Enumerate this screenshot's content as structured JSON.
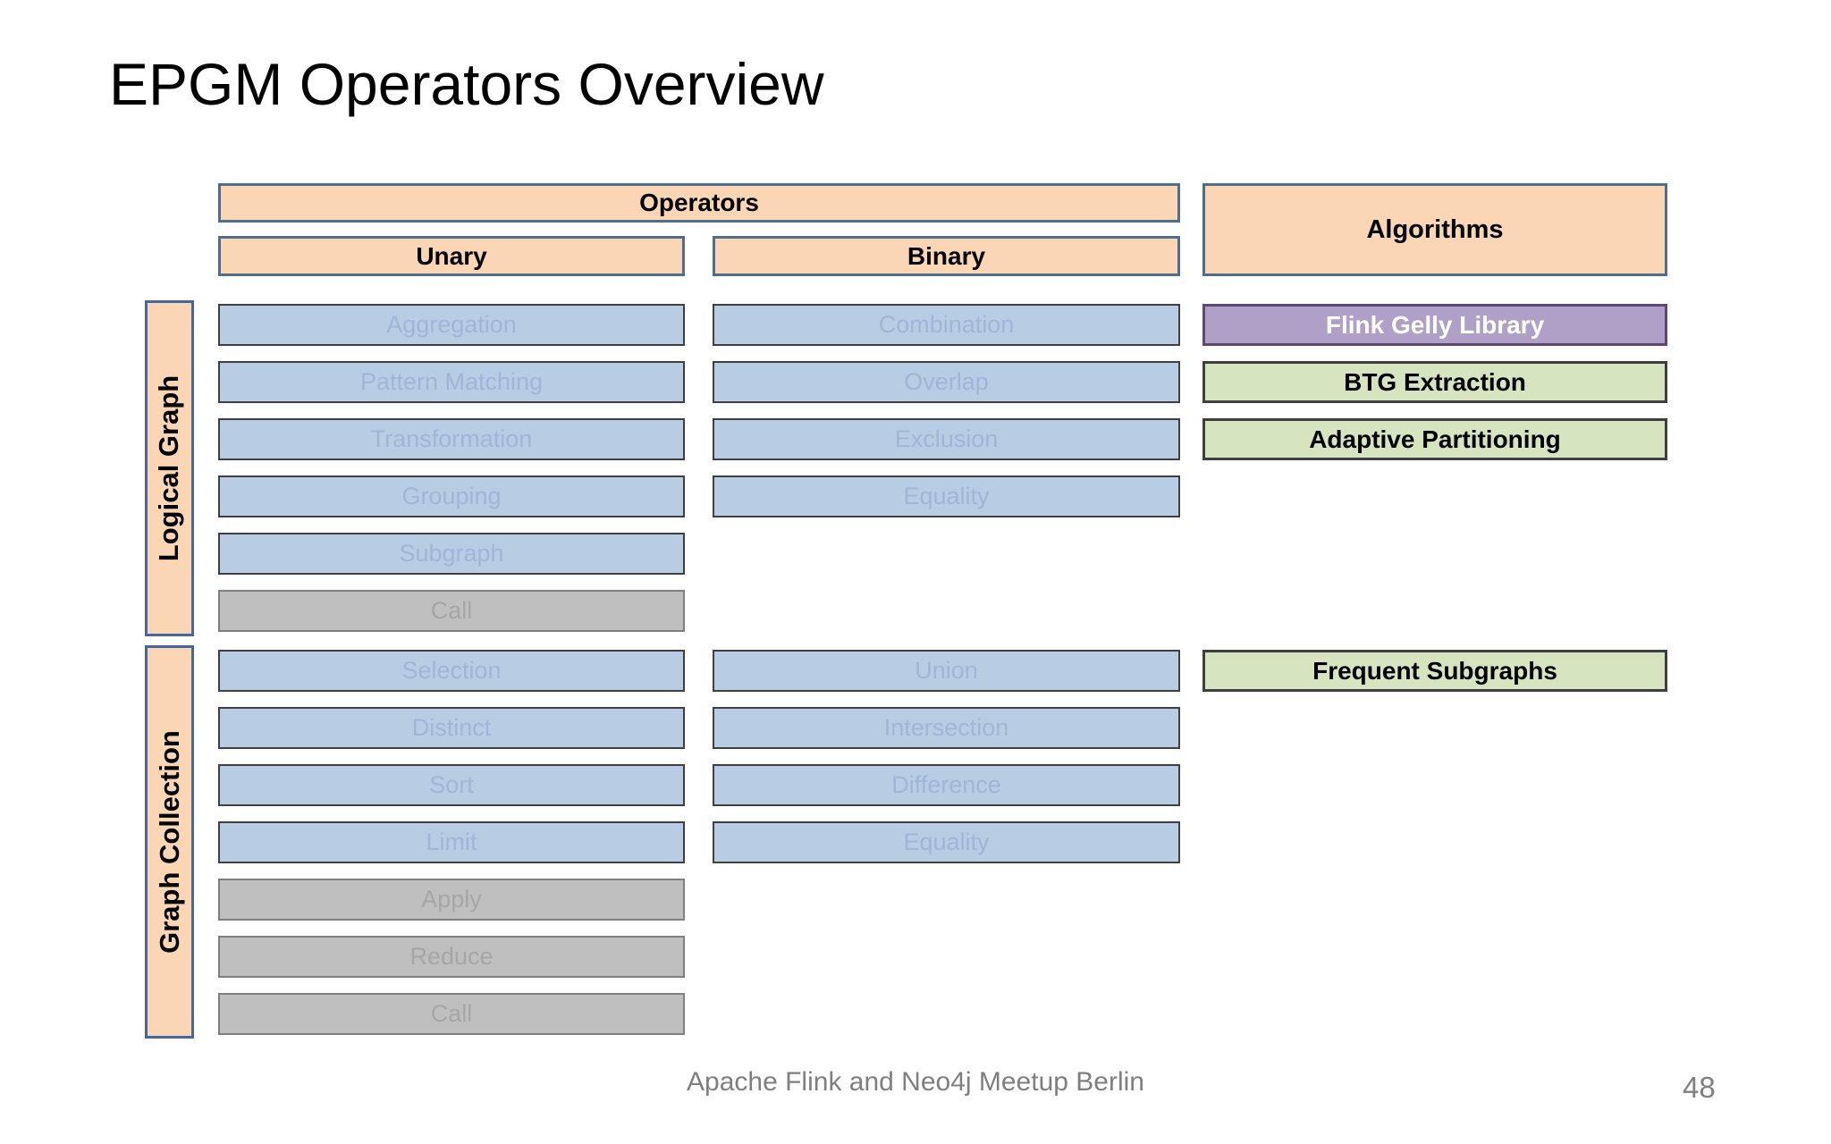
{
  "slide": {
    "title": "EPGM Operators Overview",
    "footer_text": "Apache Flink and Neo4j Meetup Berlin",
    "page_number": "48"
  },
  "headers": {
    "operators": "Operators",
    "unary": "Unary",
    "binary": "Binary",
    "algorithms": "Algorithms"
  },
  "row_groups": {
    "logical": {
      "label": "Logical Graph",
      "unary": [
        {
          "label": "Aggregation",
          "style": "blue"
        },
        {
          "label": "Pattern Matching",
          "style": "blue"
        },
        {
          "label": "Transformation",
          "style": "blue"
        },
        {
          "label": "Grouping",
          "style": "blue"
        },
        {
          "label": "Subgraph",
          "style": "blue"
        },
        {
          "label": "Call",
          "style": "gray"
        }
      ],
      "binary": [
        {
          "label": "Combination",
          "style": "blue"
        },
        {
          "label": "Overlap",
          "style": "blue"
        },
        {
          "label": "Exclusion",
          "style": "blue"
        },
        {
          "label": "Equality",
          "style": "blue"
        }
      ],
      "algorithms": [
        {
          "label": "Flink Gelly Library",
          "style": "purple"
        },
        {
          "label": "BTG Extraction",
          "style": "green"
        },
        {
          "label": "Adaptive Partitioning",
          "style": "green"
        }
      ]
    },
    "collection": {
      "label": "Graph Collection",
      "unary": [
        {
          "label": "Selection",
          "style": "blue"
        },
        {
          "label": "Distinct",
          "style": "blue"
        },
        {
          "label": "Sort",
          "style": "blue"
        },
        {
          "label": "Limit",
          "style": "blue"
        },
        {
          "label": "Apply",
          "style": "gray"
        },
        {
          "label": "Reduce",
          "style": "gray"
        },
        {
          "label": "Call",
          "style": "gray"
        }
      ],
      "binary": [
        {
          "label": "Union",
          "style": "blue"
        },
        {
          "label": "Intersection",
          "style": "blue"
        },
        {
          "label": "Difference",
          "style": "blue"
        },
        {
          "label": "Equality",
          "style": "blue"
        }
      ],
      "algorithms": [
        {
          "label": "Frequent Subgraphs",
          "style": "green"
        }
      ]
    }
  },
  "colors": {
    "header_fill": "#FBD6B4",
    "header_border": "#4F6D8E",
    "operator_fill": "#B8CCE4",
    "operator_text": "#A1B6D6",
    "operator_border": "#3F3F3F",
    "disabled_fill": "#BFBFBF",
    "disabled_text": "#A6A6A6",
    "disabled_border": "#7F7F7F",
    "algorithm_purple_fill": "#B09FC7",
    "algorithm_purple_border": "#5B4778",
    "algorithm_green_fill": "#D7E4C0",
    "footer_text_color": "#7F7F7F"
  }
}
